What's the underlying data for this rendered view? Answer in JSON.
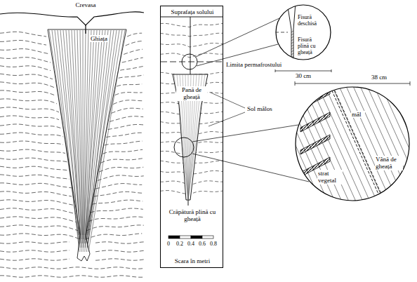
{
  "diagram": {
    "nodes": [
      {
        "text": [
          "Suprafața solului",
          "Pană de gheață",
          "Crăpătură plină cu gheață",
          "Scara în metri"
        ]
      },
      {
        "text": [
          "Fisură deschisă",
          "Fisură plină cu gheață"
        ]
      },
      {
        "text": [
          "mâl",
          "Vână de gheață",
          "strat vegetal"
        ]
      }
    ],
    "labels": [
      "Crevasa",
      "Ghiața",
      "Limita permafrostului",
      "Sol mâlos",
      "30 cm",
      "38 cm",
      "0",
      "0.2",
      "0.4",
      "0.6",
      "0.8"
    ]
  }
}
